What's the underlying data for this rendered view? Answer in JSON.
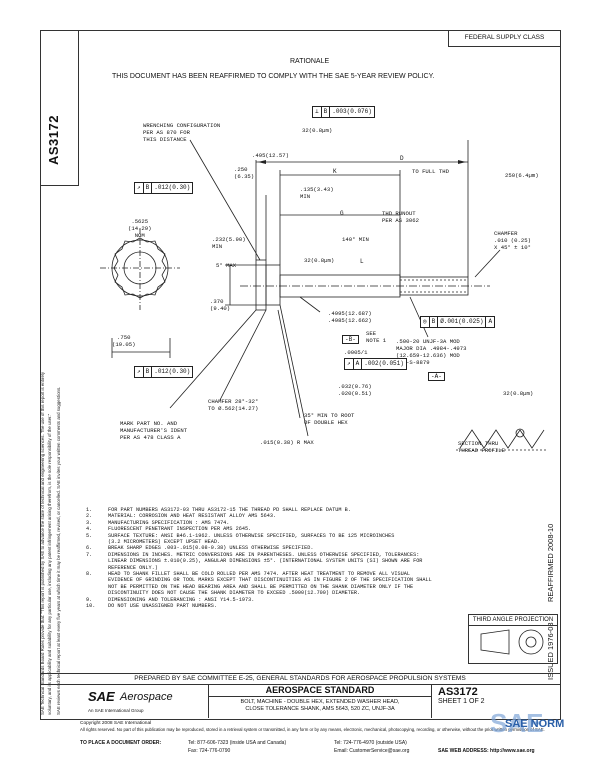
{
  "header": {
    "classification": "FEDERAL SUPPLY CLASS",
    "doc_number_side": "AS3172",
    "rationale_title": "RATIONALE",
    "rationale_text": "THIS DOCUMENT HAS BEEN REAFFIRMED TO COMPLY WITH THE SAE 5-YEAR REVIEW POLICY."
  },
  "side_legal": {
    "line1": "SAE Technical Standards Board Rules provide that: \"This report is published by SAE to advance the state of technical and engineering sciences. The use of this report is entirely",
    "line2": "voluntary, and its applicability and suitability for any particular use, including any patent infringement arising therefrom, is the sole responsibility of the user.\"",
    "line3": "SAE reviews each technical report at least every five years at which time it may be reaffirmed, revised, or cancelled. SAE invites your written comments and suggestions."
  },
  "right_side": {
    "reaffirmed": "REAFFIRMED 2008-10",
    "issued": "ISSUED 1976-03"
  },
  "drawing": {
    "labels": {
      "wrenching": "WRENCHING CONFIGURATION\nPER AS 870 FOR\nTHIS DISTANCE",
      "across_flats": ".5625\n(14.29)\nNOM",
      "dia_232": ".232(5.90)\nMIN",
      "max_5": "5° MAX",
      "dim_495": ".495(12.57)",
      "dim_250": ".250\n(6.35)",
      "dim_135": ".135(3.43)\nMIN",
      "dim_32_top": "32(0.8µm)",
      "dim_32_mid": "32(0.8µm)",
      "dim_32_right": "32(0.8µm)",
      "dim_250_right": "250(6.4µm)",
      "to_full_thd": "TO FULL THD",
      "thd_runout": "THD RUNOUT\nPER AS 3062",
      "min_140": "140° MIN",
      "chamfer_right": "CHAMFER\n.010 (0.25)\nX 45° ± 10°",
      "dim_370": ".370\n(9.40)",
      "dim_750": ".750\n(19.05)",
      "dia_4995": ".4995(12.687)\n.4985(12.662)",
      "see_note": "SEE\nNOTE 1",
      "dim_0005": ".0005/1",
      "thread_spec": ".500-20 UNJF-3A MOD\nMAJOR DIA .4984-.4973\n(12.659-12.636) MOD\nMIL-S-8879",
      "dim_032": ".032(0.76)\n.020(0.51)",
      "chamfer_bottom": "CHAMFER 28°-32°\nTO Ø.562(14.27)",
      "mark_part": "MARK PART NO. AND\nMANUFACTURER'S IDENT\nPER AS 478 CLASS A",
      "min_35": "35° MIN TO ROOT\nOF DOUBLE HEX",
      "max_015": ".015(0.38) R MAX",
      "section": "SECTION THRU\nTHREAD PROFILE",
      "letter_D": "D",
      "letter_K": "K",
      "letter_G": "G",
      "letter_L": "L",
      "datum_A": "-A-",
      "datum_B": "-B-"
    },
    "fcf": {
      "top": [
        "⊥",
        "B",
        ".003(0.076)"
      ],
      "head": [
        "↗",
        "B",
        ".012(0.30)"
      ],
      "flange": [
        "↗",
        "B",
        ".012(0.30)"
      ],
      "runout": [
        "◎",
        "B",
        "Ø.001(0.025)",
        "A"
      ],
      "straight": [
        "↗",
        "A",
        ".002(0.051)"
      ]
    }
  },
  "notes": [
    {
      "num": "1.",
      "text": "FOR PART NUMBERS AS3172-03 THRU AS3172-15 THE THREAD PD SHALL REPLACE DATUM B."
    },
    {
      "num": "2.",
      "text": "MATERIAL: CORROSION AND HEAT RESISTANT ALLOY AMS 5643."
    },
    {
      "num": "3.",
      "text": "MANUFACTURING SPECIFICATION : AMS 7474."
    },
    {
      "num": "4.",
      "text": "FLUORESCENT PENETRANT INSPECTION PER AMS 2645."
    },
    {
      "num": "5.",
      "text": "SURFACE TEXTURE: ANSI B46.1-1962. UNLESS OTHERWISE SPECIFIED, SURFACES TO BE 125 MICROINCHES\n(3.2 MICROMETERS) EXCEPT UPSET HEAD."
    },
    {
      "num": "6.",
      "text": "BREAK SHARP EDGES .003-.015(0.08-0.38) UNLESS OTHERWISE SPECIFIED."
    },
    {
      "num": "7.",
      "text": "DIMENSIONS IN INCHES. METRIC CONVERSIONS ARE IN PARENTHESES. UNLESS OTHERWISE SPECIFIED, TOLERANCES:\nLINEAR DIMENSIONS ±.010(0.25), ANGULAR DIMENSIONS ±5°. (INTERNATIONAL SYSTEM UNITS (SI) SHOWN ARE FOR\nREFERENCE ONLY.)"
    },
    {
      "num": "8.",
      "text": "HEAD TO SHANK FILLET SHALL BE COLD ROLLED PER AMS 7474. AFTER HEAT TREATMENT TO REMOVE ALL VISUAL\nEVIDENCE OF GRINDING OR TOOL MARKS EXCEPT THAT DISCONTINUITIES AS IN FIGURE 2 OF THE SPECIFICATION SHALL\nNOT BE PERMITTED ON THE HEAD BEARING AREA AND SHALL BE PERMITTED ON THE SHANK DIAMETER ONLY IF THE\nDISCONTINUITY DOES NOT CAUSE THE SHANK DIAMETER TO EXCEED .5000(12.700) DIAMETER."
    },
    {
      "num": "9.",
      "text": "DIMENSIONING AND TOLERANCING : ANSI Y14.5-1973."
    },
    {
      "num": "10.",
      "text": "DO NOT USE UNASSIGNED PART NUMBERS."
    }
  ],
  "projection": "THIRD ANGLE PROJECTION",
  "footer": {
    "prepared": "PREPARED BY SAE COMMITTEE E-25, GENERAL STANDARDS FOR AEROSPACE PROPULSION SYSTEMS",
    "brand": "SAE",
    "brand_word": "Aerospace",
    "brand_sub": "An SAE International Group",
    "standard_title": "AEROSPACE STANDARD",
    "description": "BOLT, MACHINE - DOUBLE HEX, EXTENDED WASHER HEAD,\nCLOSE TOLERANCE SHANK, AMS 5643, 520 ZC, UNJF-3A",
    "doc_number": "AS3172",
    "sheet": "SHEET 1 OF 2",
    "copyright": "Copyright 2008 SAE International",
    "rights": "All rights reserved. No part of this publication may be reproduced, stored in a retrieval system or transmitted, in any form or by any means, electronic, mechanical, photocopying, recording, or otherwise, without the prior written permission of SAE.",
    "order_label": "TO PLACE A DOCUMENT ORDER:",
    "tel": "Tel:  877-606-7323 (inside USA and Canada)",
    "tel2": "Tel:  724-776-4970 (outside USA)",
    "fax": "Fax:  724-776-0790",
    "email": "Email: CustomerService@sae.org",
    "web": "SAE WEB ADDRESS: http://www.sae.org"
  },
  "watermark": {
    "logo": "SAE",
    "word": "SAE NORM"
  }
}
